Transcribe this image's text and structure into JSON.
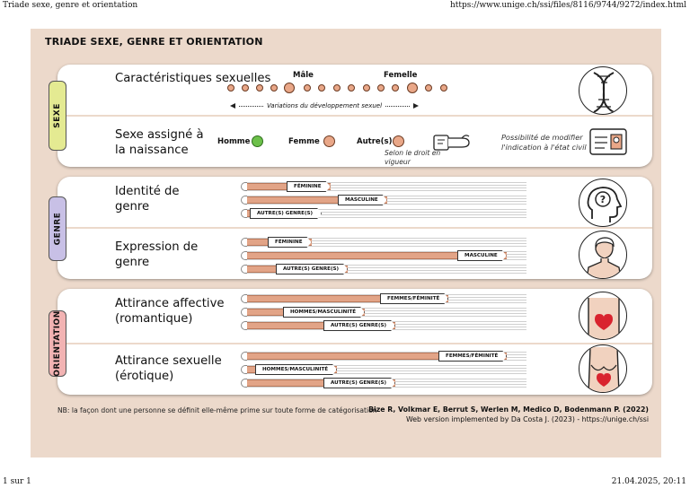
{
  "print": {
    "title": "Triade sexe, genre et orientation",
    "url": "https://www.unige.ch/ssi/files/8116/9744/9272/index.html",
    "page": "1 sur 1",
    "datetime": "21.04.2025, 20:11"
  },
  "poster": {
    "title": "TRIADE SEXE, GENRE ET ORIENTATION",
    "categories": [
      "SEXE",
      "GENRE",
      "ORIENTATION"
    ],
    "rows": {
      "caracteristiques": "Caractéristiques sexuelles",
      "assigne": "Sexe assigné à la naissance",
      "identite": "Identité de genre",
      "expression": "Expression de genre",
      "affective": "Attirance affective (romantique)",
      "sexuelle": "Attirance sexuelle (érotique)"
    },
    "scale": {
      "male": "Mâle",
      "female": "Femelle",
      "variations": "Variations du développement sexuel"
    },
    "assigned": {
      "homme": "Homme",
      "femme": "Femme",
      "autres": "Autre(s)",
      "droit_note": "Selon le droit en vigueur",
      "modify_note": "Possibilité de modifier l'indication à l'état civil",
      "colors": {
        "homme": "#6cc04a",
        "femme": "#e9a788",
        "autres": "#e9a788"
      }
    },
    "bars": {
      "identite": [
        {
          "label": "FÉMININE",
          "level": 0.3
        },
        {
          "label": "MASCULINE",
          "level": 0.5
        },
        {
          "label": "AUTRE(S) GENRE(S)",
          "level": 0.25
        }
      ],
      "expression": [
        {
          "label": "FÉMININE",
          "level": 0.23
        },
        {
          "label": "MASCULINE",
          "level": 0.93
        },
        {
          "label": "AUTRE(S) GENRE(S)",
          "level": 0.36
        }
      ],
      "affective": [
        {
          "label": "FEMMES/FÉMINITÉ",
          "level": 0.72
        },
        {
          "label": "HOMMES/MASCULINITÉ",
          "level": 0.42
        },
        {
          "label": "AUTRE(S) GENRE(S)",
          "level": 0.53
        }
      ],
      "sexuelle": [
        {
          "label": "FEMMES/FÉMINITÉ",
          "level": 0.93
        },
        {
          "label": "HOMMES/MASCULINITÉ",
          "level": 0.32
        },
        {
          "label": "AUTRE(S) GENRE(S)",
          "level": 0.53
        }
      ]
    },
    "footnote": "NB: la façon dont une personne se définit elle-même prime sur toute forme de catégorisation",
    "credit_authors": "Bize R, Volkmar E, Berrut S, Werlen M, Medico D, Bodenmann P. (2022)",
    "credit_web": "Web version implemented by Da Costa J. (2023) - https://unige.ch/ssi",
    "colors": {
      "background": "#ecd9cb",
      "bar_fill": "#e2a487",
      "sexe_tab": "#e4ea92",
      "genre_tab": "#c8c0e6",
      "orientation_tab": "#f2b3b3",
      "heart": "#d9232e"
    },
    "icons": [
      "dna-icon",
      "wristband-icon",
      "id-card-icon",
      "head-question-icon",
      "person-icon",
      "torso-heart-icon",
      "torso-breasts-heart-icon"
    ]
  }
}
